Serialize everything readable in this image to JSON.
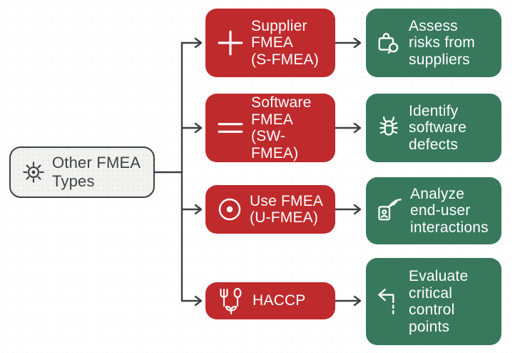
{
  "colors": {
    "type_node": "#bf2a2d",
    "outcome_node": "#38795e",
    "ink": "#3c4043",
    "root_fill": "#f2f2ef",
    "text_on_color": "#ffffff"
  },
  "root": {
    "label": "Other FMEA\nTypes",
    "icon": "gear-icon"
  },
  "rows": [
    {
      "type": {
        "label": "Supplier\nFMEA\n(S-FMEA)",
        "icon": "plus-icon"
      },
      "outcome": {
        "label": "Assess\nrisks from\nsuppliers",
        "icon": "bag-search-icon"
      }
    },
    {
      "type": {
        "label": "Software\nFMEA\n(SW-FMEA)",
        "icon": "equals-icon"
      },
      "outcome": {
        "label": "Identify\nsoftware\ndefects",
        "icon": "bug-icon"
      }
    },
    {
      "type": {
        "label": "Use FMEA\n(U-FMEA)",
        "icon": "target-icon"
      },
      "outcome": {
        "label": "Analyze\nend-user\ninteractions",
        "icon": "hand-card-icon"
      }
    },
    {
      "type": {
        "label": "HACCP",
        "icon": "food-safety-icon"
      },
      "outcome": {
        "label": "Evaluate\ncritical\ncontrol\npoints",
        "icon": "return-arrow-icon"
      }
    }
  ]
}
